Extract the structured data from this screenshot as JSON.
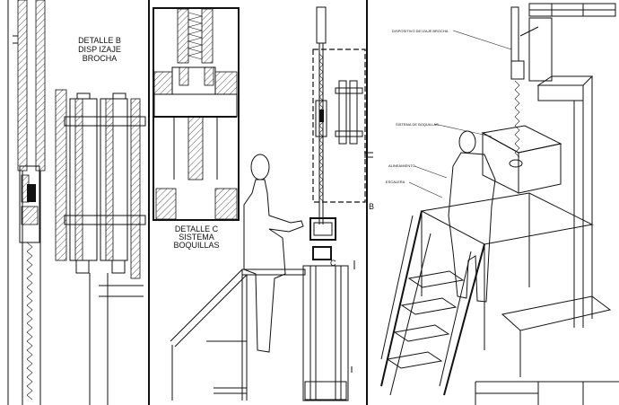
{
  "details": {
    "b": {
      "line1": "DETALLE B",
      "line2": "DISP IZAJE",
      "line3": "BROCHA"
    },
    "c": {
      "line1": "DETALLE C",
      "line2": "SISTEMA",
      "line3": "BOQUILLAS"
    }
  },
  "markers": {
    "b": "B",
    "c": "C"
  },
  "iso_callouts": {
    "dispositivo": "DISPOSITIVO DE IZAJE BROCHA",
    "sistema": "SISTEMA DE BOQUILLAS",
    "alineamiento": "ALINEAMIENTO",
    "escalera": "ESCALERA"
  }
}
